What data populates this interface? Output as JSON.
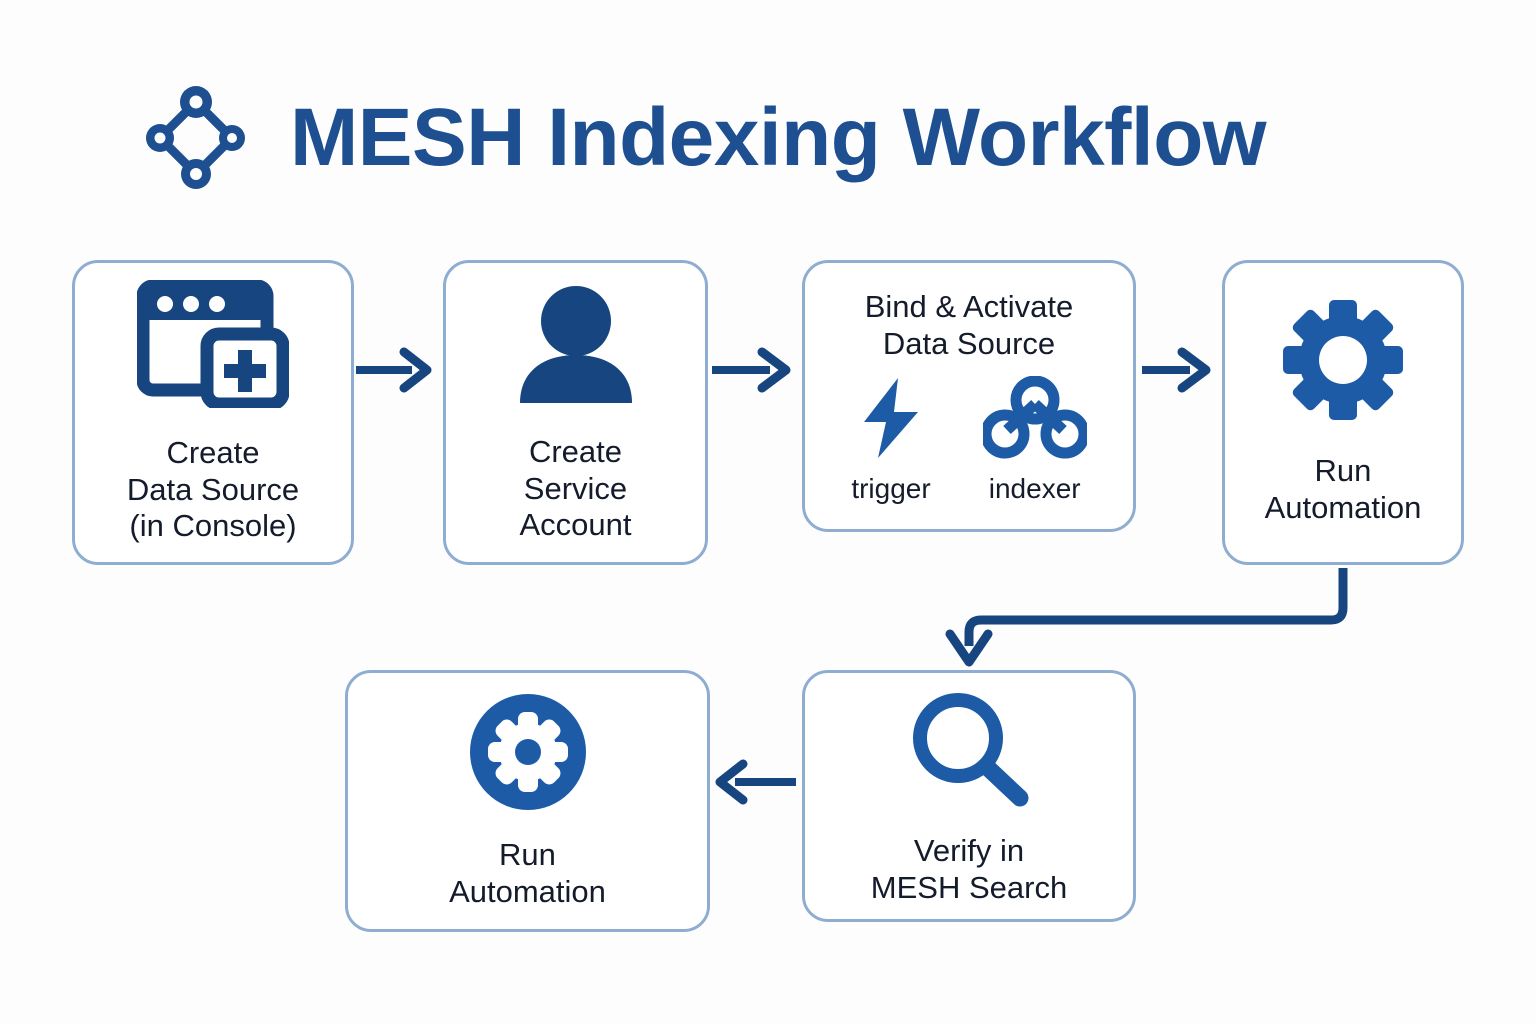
{
  "header": {
    "logo_icon": "mesh-node-graph-icon",
    "title": "MESH Indexing Workflow",
    "title_color": "#1d4f91"
  },
  "theme": {
    "background": "#fdfdfe",
    "card_background": "#ffffff",
    "card_border": "#8fadd0",
    "text": "#141b2b",
    "accent_dark_blue": "#17457f",
    "accent_blue": "#1d5ba6",
    "arrow_color": "#17457f"
  },
  "cards": [
    {
      "id": "create-data-source",
      "icon": "browser-window-add-icon",
      "label": "Create\nData Source\n(in Console)"
    },
    {
      "id": "create-service-account",
      "icon": "user-person-icon",
      "label": "Create\nService\nAccount"
    },
    {
      "id": "bind-activate",
      "heading": "Bind & Activate\nData Source",
      "subicons": [
        {
          "icon": "lightning-bolt-icon",
          "caption": "trigger"
        },
        {
          "icon": "node-tree-indexer-icon",
          "caption": "indexer"
        }
      ]
    },
    {
      "id": "run-automation-top",
      "icon": "gear-outline-icon",
      "label": "Run\nAutomation"
    },
    {
      "id": "verify-search",
      "icon": "magnifying-glass-icon",
      "label": "Verify in\nMESH Search"
    },
    {
      "id": "run-automation-bottom",
      "icon": "gear-circle-filled-icon",
      "label": "Run\nAutomation"
    }
  ],
  "connectors": [
    {
      "id": "arrow-1-to-2",
      "from": "create-data-source",
      "to": "create-service-account",
      "direction": "right"
    },
    {
      "id": "arrow-2-to-3",
      "from": "create-service-account",
      "to": "bind-activate",
      "direction": "right"
    },
    {
      "id": "arrow-3-to-4",
      "from": "bind-activate",
      "to": "run-automation-top",
      "direction": "right"
    },
    {
      "id": "arrow-4-to-5-elbow",
      "from": "run-automation-top",
      "to": "verify-search",
      "direction": "down-left-down"
    },
    {
      "id": "arrow-5-to-6",
      "from": "verify-search",
      "to": "run-automation-bottom",
      "direction": "left"
    }
  ]
}
